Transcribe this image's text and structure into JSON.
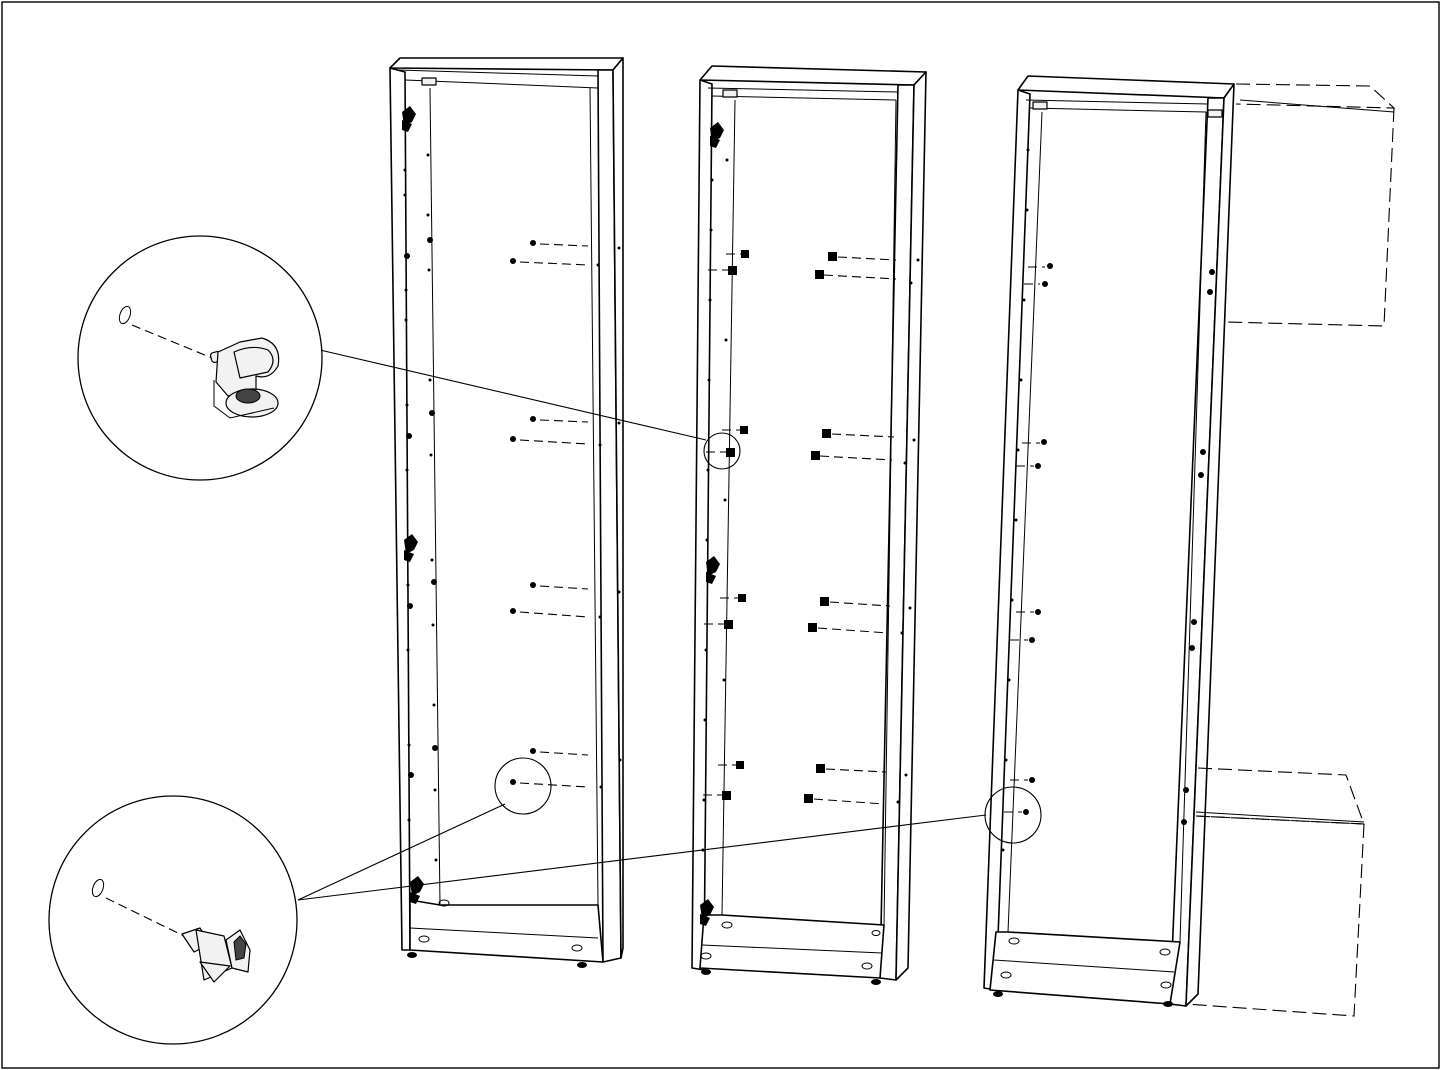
{
  "diagram": {
    "kind": "assembly-instruction",
    "text_labels": [],
    "cabinets": [
      {
        "name": "cabinet-left",
        "shelf_support_type": "peg-support"
      },
      {
        "name": "cabinet-middle",
        "shelf_support_type": "clip-support"
      },
      {
        "name": "cabinet-right",
        "shelf_support_type": "peg-support"
      }
    ],
    "callouts": [
      {
        "name": "clip-support-detail",
        "depicts": "shelf-clip-support-icon"
      },
      {
        "name": "peg-support-detail",
        "depicts": "shelf-peg-support-icon"
      }
    ],
    "adjacent_units": [
      {
        "name": "adjacent-upper-cabinet",
        "style": "dashed-outline"
      },
      {
        "name": "adjacent-lower-cabinet",
        "style": "dashed-outline"
      }
    ]
  }
}
